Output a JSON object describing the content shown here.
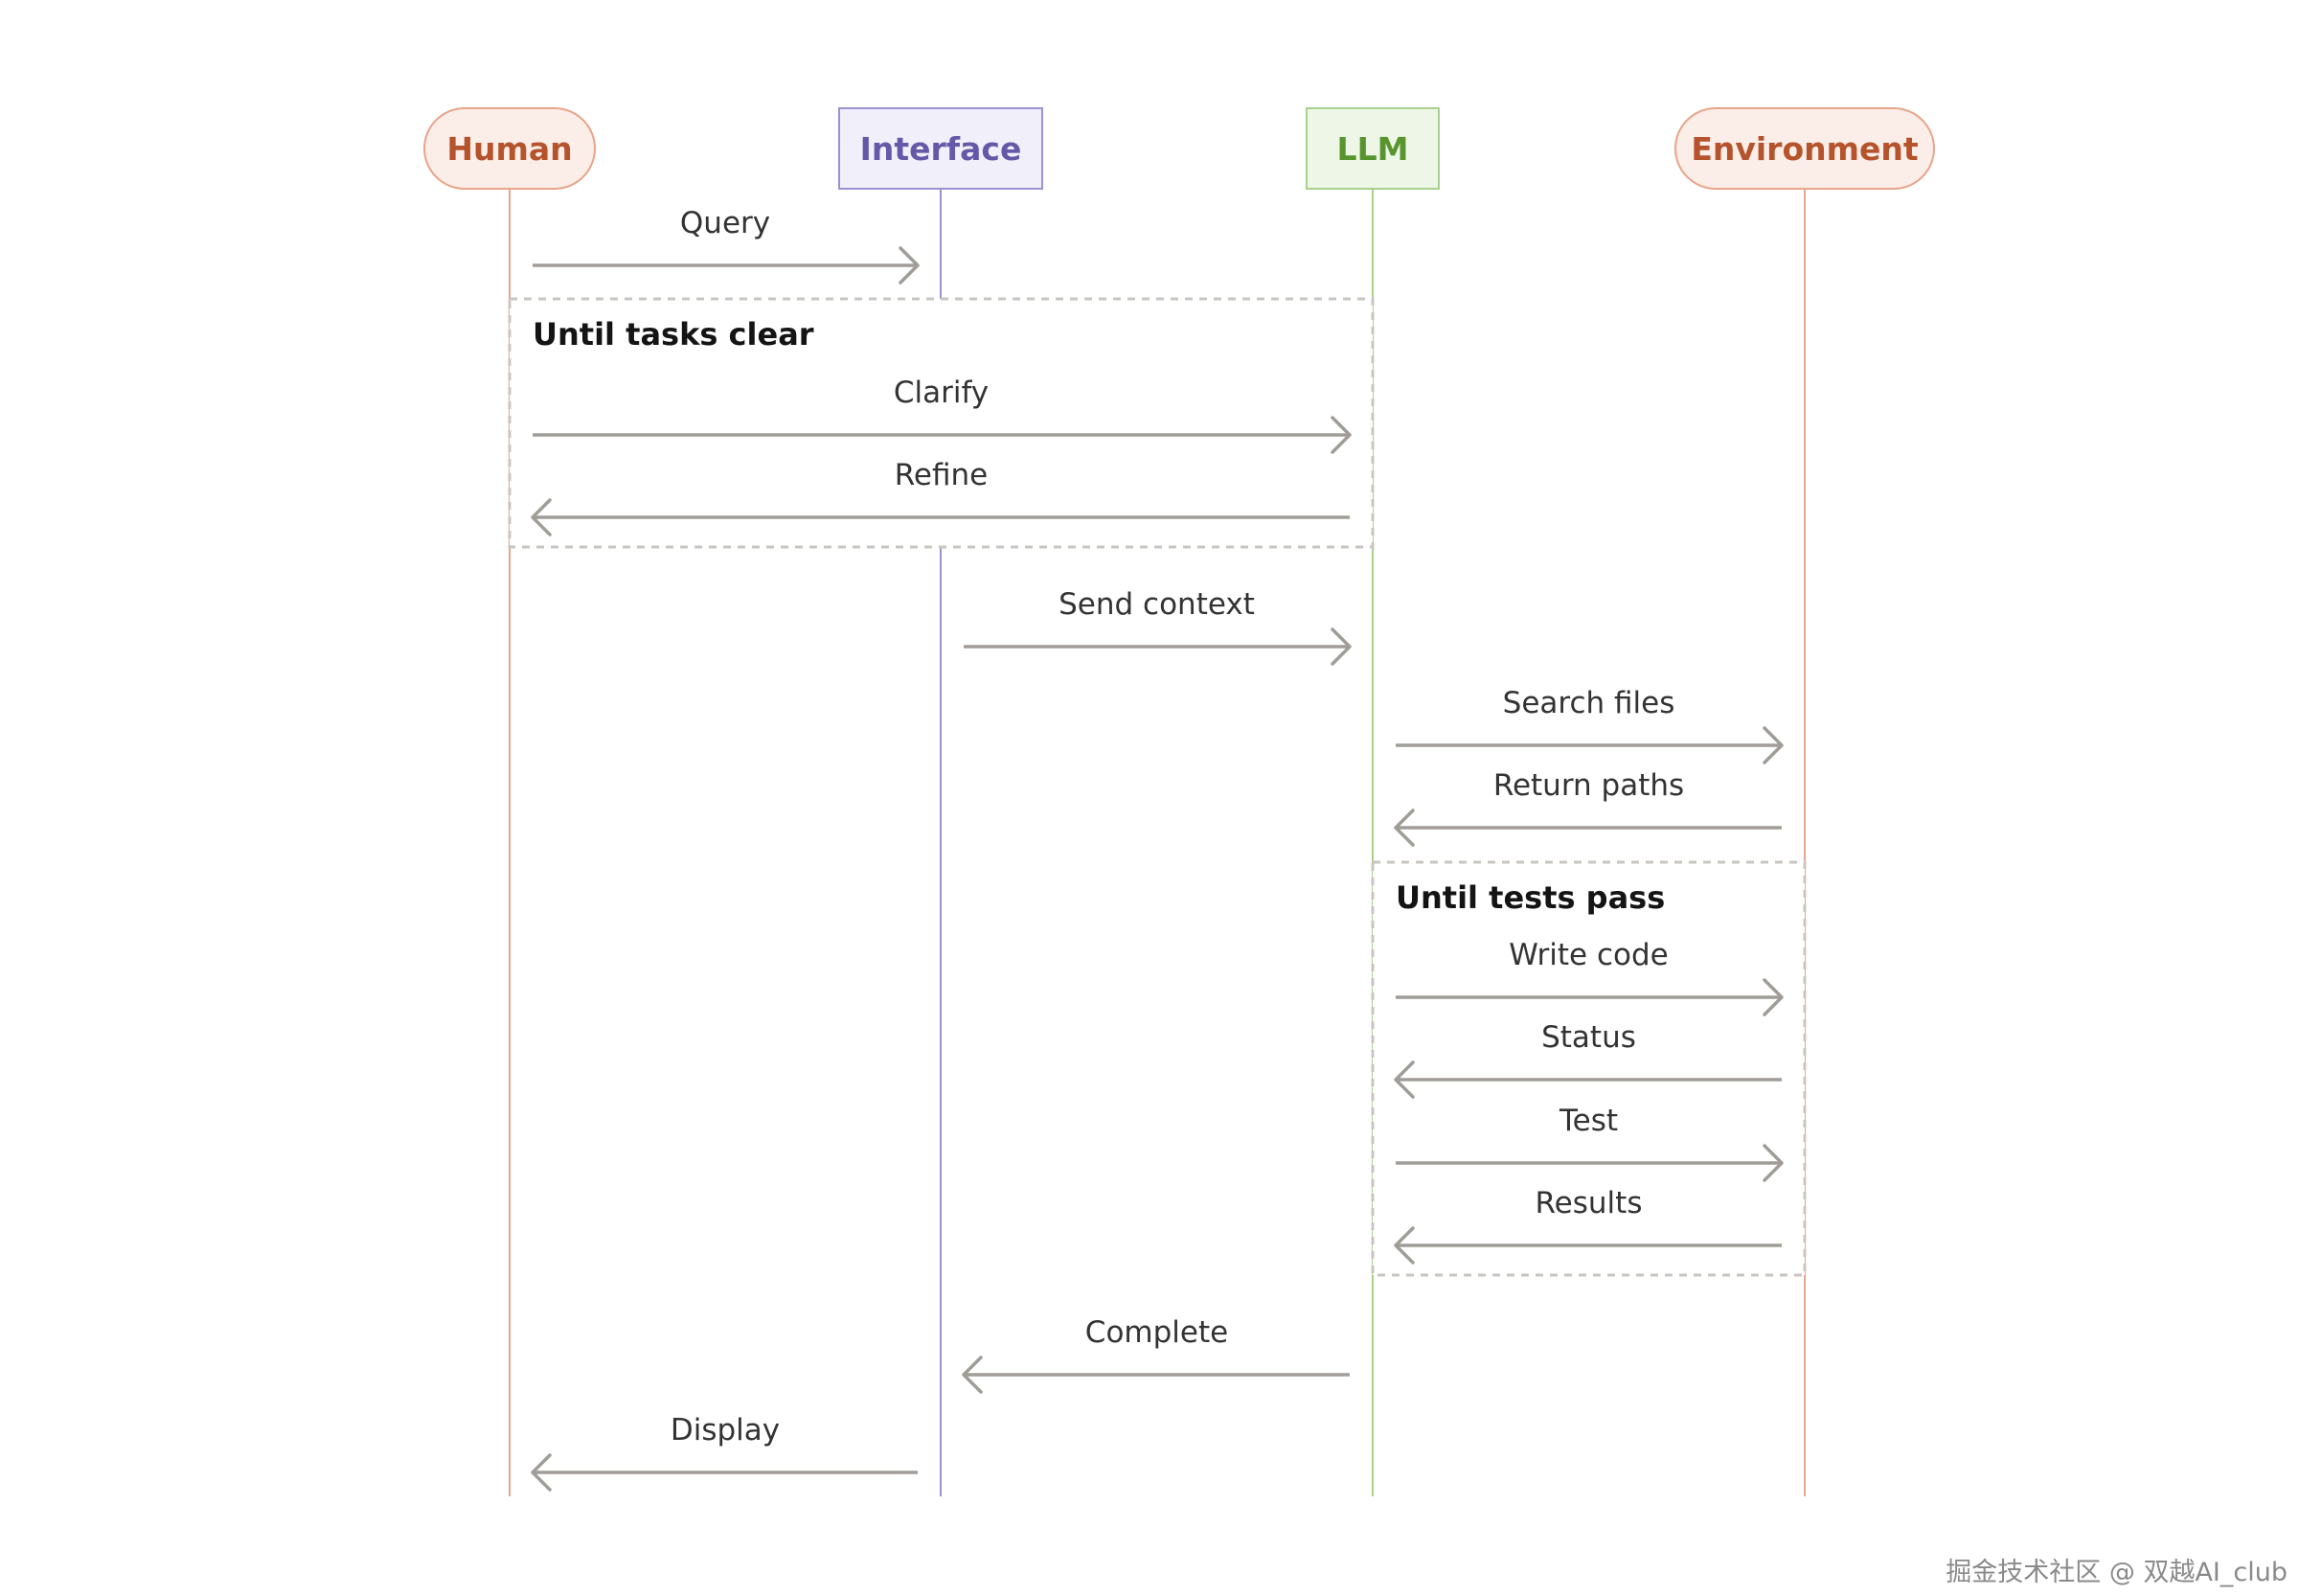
{
  "actors": [
    {
      "id": "human",
      "label": "Human",
      "shape": "pill",
      "text_color": "#B5532C",
      "fill": "#FBEDE7",
      "stroke": "#E8A48A",
      "line_color": "#E9A48E"
    },
    {
      "id": "interface",
      "label": "Interface",
      "shape": "rect",
      "text_color": "#6658A8",
      "fill": "#F1F0FA",
      "stroke": "#9C92D0",
      "line_color": "#9C92D0"
    },
    {
      "id": "llm",
      "label": "LLM",
      "shape": "rect",
      "text_color": "#58952E",
      "fill": "#EEF6E8",
      "stroke": "#A8D18C",
      "line_color": "#A8D18C"
    },
    {
      "id": "environment",
      "label": "Environment",
      "shape": "pill",
      "text_color": "#B5532C",
      "fill": "#FBEDE7",
      "stroke": "#E8A48A",
      "line_color": "#E9A48E"
    }
  ],
  "loops": [
    {
      "title": "Until tasks clear",
      "from": "human",
      "to": "llm"
    },
    {
      "title": "Until tests pass",
      "from": "llm",
      "to": "environment"
    }
  ],
  "messages": [
    {
      "label": "Query",
      "from": "human",
      "to": "interface"
    },
    {
      "label": "Clarify",
      "from": "human",
      "to": "llm"
    },
    {
      "label": "Refine",
      "from": "llm",
      "to": "human"
    },
    {
      "label": "Send context",
      "from": "interface",
      "to": "llm"
    },
    {
      "label": "Search files",
      "from": "llm",
      "to": "environment"
    },
    {
      "label": "Return paths",
      "from": "environment",
      "to": "llm"
    },
    {
      "label": "Write code",
      "from": "llm",
      "to": "environment"
    },
    {
      "label": "Status",
      "from": "environment",
      "to": "llm"
    },
    {
      "label": "Test",
      "from": "llm",
      "to": "environment"
    },
    {
      "label": "Results",
      "from": "environment",
      "to": "llm"
    },
    {
      "label": "Complete",
      "from": "llm",
      "to": "interface"
    },
    {
      "label": "Display",
      "from": "interface",
      "to": "human"
    }
  ],
  "colors": {
    "arrow": "#A09D98",
    "loop_border": "#C9C6C1"
  },
  "watermark": "掘金技术社区 @ 双越AI_club"
}
